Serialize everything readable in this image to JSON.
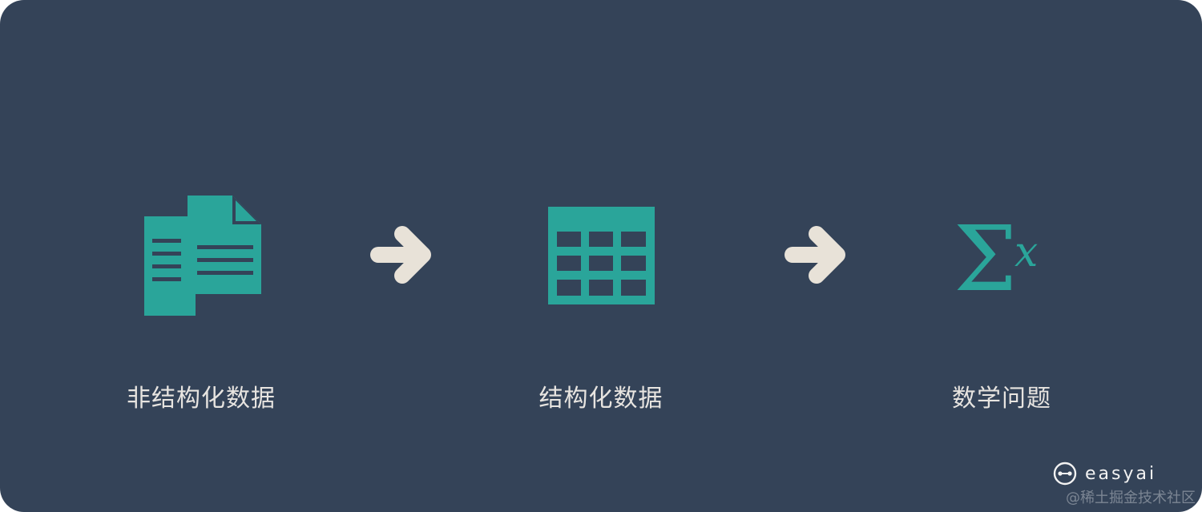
{
  "colors": {
    "background": "#344358",
    "accent": "#2AA59A",
    "arrow": "#E8E2D8",
    "label": "#E7E4E0"
  },
  "stages": [
    {
      "label": "非结构化数据",
      "icon": "documents-icon"
    },
    {
      "label": "结构化数据",
      "icon": "table-grid-icon"
    },
    {
      "label": "数学问题",
      "icon": "sigma-x-icon"
    }
  ],
  "arrows": [
    "arrow-right-icon",
    "arrow-right-icon"
  ],
  "math_icon": {
    "sigma": "Σ",
    "variable": "x"
  },
  "brand": {
    "name": "easyai",
    "icon": "easyai-logo-icon"
  },
  "watermark": "@稀土掘金技术社区"
}
